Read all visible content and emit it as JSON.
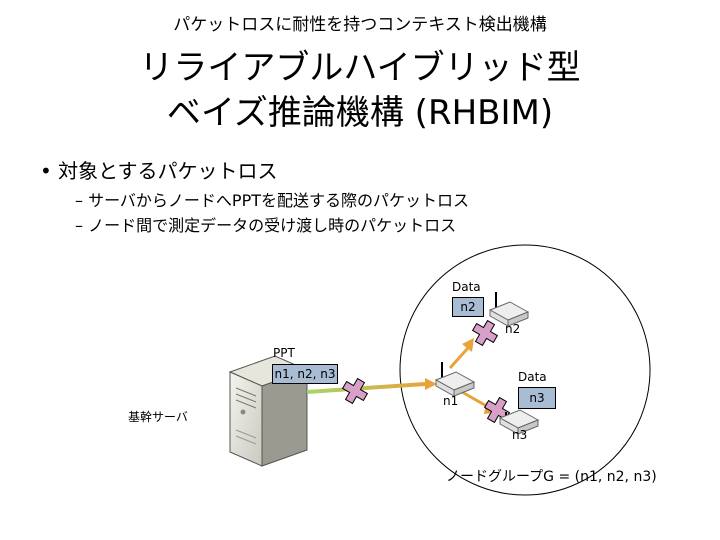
{
  "header": {
    "subtitle": "パケットロスに耐性を持つコンテキスト検出機構",
    "title_line1": "リライアブルハイブリッド型",
    "title_line2": "ベイズ推論機構 (RHBIM)"
  },
  "bullets": {
    "main": "• 対象とするパケットロス",
    "sub": [
      "– サーバからノードへPPTを配送する際のパケットロス",
      "– ノード間で測定データの受け渡し時のパケットロス"
    ]
  },
  "diagram": {
    "server_label": "基幹サーバ",
    "ppt_label": "PPT",
    "ppt_box": "n1, n2, n3",
    "data_top_label": "Data",
    "data_top_box": "n2",
    "data_right_label": "Data",
    "data_right_box": "n3",
    "node_n1": "n1",
    "node_n2": "n2",
    "node_n3": "n3",
    "group_label": "ノードグループG = (n1, n2, n3)"
  },
  "colors": {
    "box_fill": "#a8bcd4",
    "arrow_green": "#7ab648",
    "arrow_orange": "#e8a33a",
    "cross_fill": "#d8a0c8"
  }
}
